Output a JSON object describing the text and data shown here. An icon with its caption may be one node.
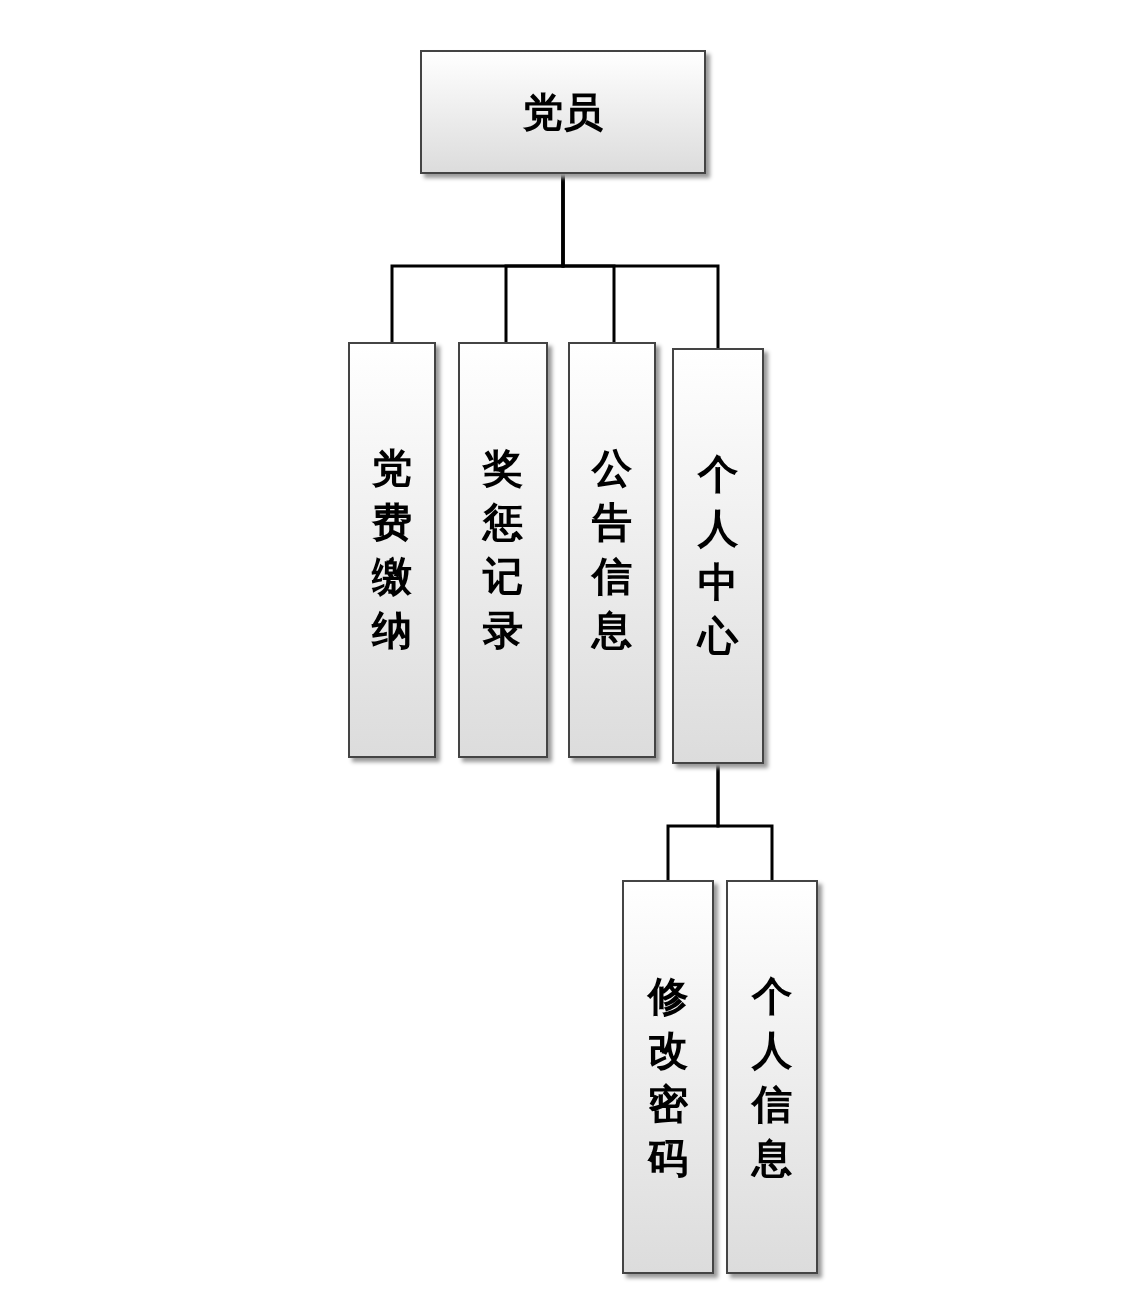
{
  "diagram": {
    "nodes": [
      {
        "text": [
          "党员"
        ]
      },
      {
        "text": [
          "党费缴纳"
        ]
      },
      {
        "text": [
          "奖惩记录"
        ]
      },
      {
        "text": [
          "公告信息"
        ]
      },
      {
        "text": [
          "个人中心"
        ]
      },
      {
        "text": [
          "修改密码"
        ]
      },
      {
        "text": [
          "个人信息"
        ]
      }
    ],
    "edges": [
      {
        "from": 0,
        "to": 1,
        "arrow": "none"
      },
      {
        "from": 0,
        "to": 2,
        "arrow": "none"
      },
      {
        "from": 0,
        "to": 3,
        "arrow": "none"
      },
      {
        "from": 0,
        "to": 4,
        "arrow": "none"
      },
      {
        "from": 4,
        "to": 5,
        "arrow": "none"
      },
      {
        "from": 4,
        "to": 6,
        "arrow": "none"
      }
    ]
  }
}
